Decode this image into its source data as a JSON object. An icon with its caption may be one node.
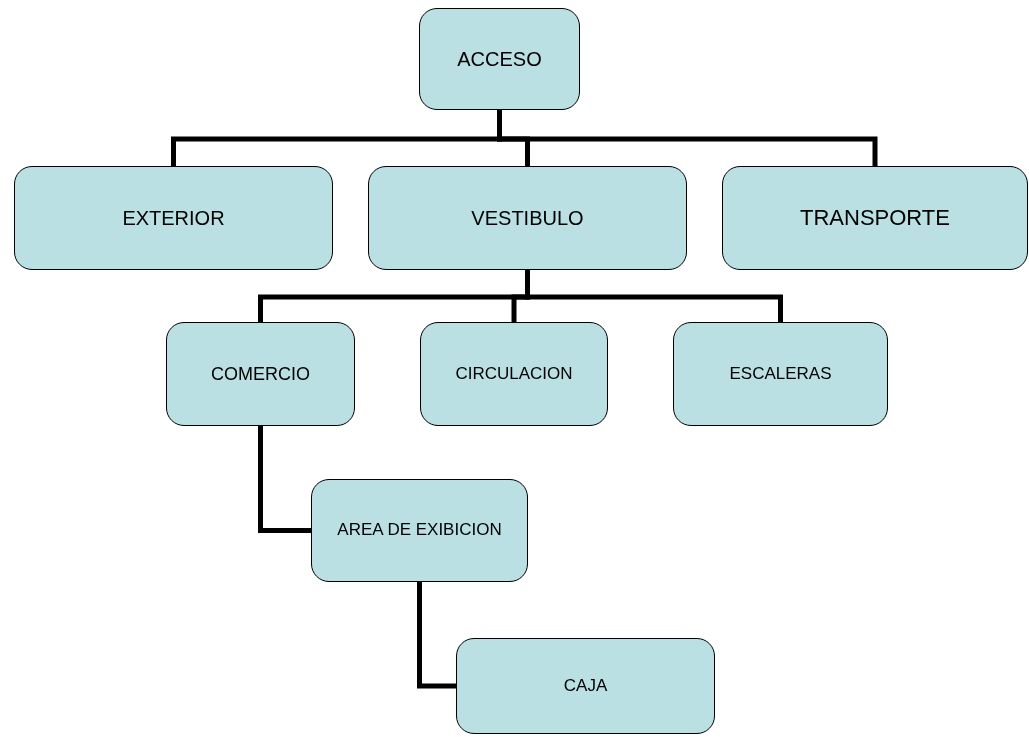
{
  "diagram": {
    "nodes": [
      {
        "text": [
          "ACCESO"
        ]
      },
      {
        "text": [
          "EXTERIOR"
        ]
      },
      {
        "text": [
          "VESTIBULO"
        ]
      },
      {
        "text": [
          "TRANSPORTE"
        ]
      },
      {
        "text": [
          "COMERCIO"
        ]
      },
      {
        "text": [
          "CIRCULACION"
        ]
      },
      {
        "text": [
          "ESCALERAS"
        ]
      },
      {
        "text": [
          "AREA DE EXIBICION"
        ]
      },
      {
        "text": [
          "CAJA"
        ]
      }
    ],
    "edges": [
      {
        "from": 0,
        "to": 1,
        "arrow": "none"
      },
      {
        "from": 0,
        "to": 2,
        "arrow": "none"
      },
      {
        "from": 0,
        "to": 3,
        "arrow": "none"
      },
      {
        "from": 2,
        "to": 4,
        "arrow": "none"
      },
      {
        "from": 2,
        "to": 5,
        "arrow": "none"
      },
      {
        "from": 2,
        "to": 6,
        "arrow": "none"
      },
      {
        "from": 4,
        "to": 7,
        "arrow": "none"
      },
      {
        "from": 7,
        "to": 8,
        "arrow": "none"
      }
    ]
  }
}
